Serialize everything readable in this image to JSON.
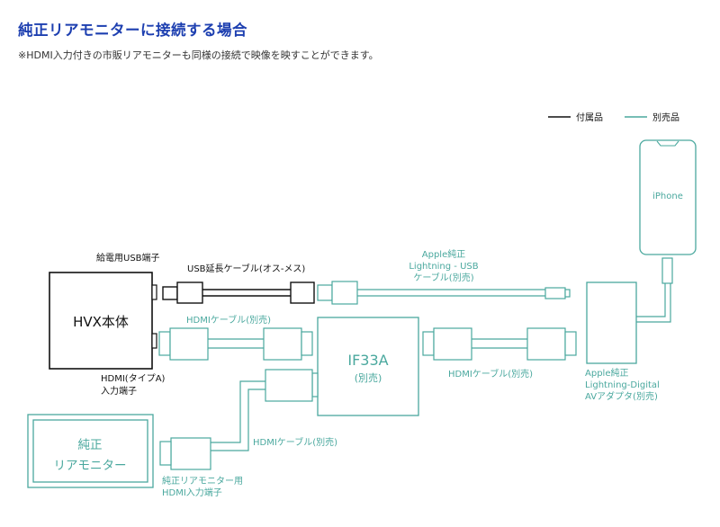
{
  "header": {
    "title": "純正リアモニターに接続する場合",
    "note": "※HDMI入力付きの市販リアモニターも同様の接続で映像を映すことができます。"
  },
  "legend": {
    "included": "付属品",
    "sold_separately": "別売品"
  },
  "nodes": {
    "hvx_unit": "HVX本体",
    "iphone": "iPhone",
    "if33a_line1": "IF33A",
    "if33a_line2": "(別売)",
    "rear_monitor_line1": "純正",
    "rear_monitor_line2": "リアモニター"
  },
  "labels": {
    "usb_power_port": "給電用USB端子",
    "usb_ext_cable": "USB延長ケーブル(オス-メス)",
    "lightning_usb_1": "Apple純正",
    "lightning_usb_2": "Lightning - USB",
    "lightning_usb_3": "ケーブル(別売)",
    "hdmi_cable_top": "HDMIケーブル(別売)",
    "hdmi_cable_right": "HDMIケーブル(別売)",
    "hdmi_cable_bottom": "HDMIケーブル(別売)",
    "hdmi_port_1": "HDMI(タイプA)",
    "hdmi_port_2": "入力端子",
    "av_adapter_1": "Apple純正",
    "av_adapter_2": "Lightning-Digital",
    "av_adapter_3": "AVアダプタ(別売)",
    "monitor_port_1": "純正リアモニター用",
    "monitor_port_2": "HDMI入力端子"
  },
  "colors": {
    "title": "#1d3fb0",
    "accessory_line": "#4aa89e",
    "included_line": "#111111"
  }
}
